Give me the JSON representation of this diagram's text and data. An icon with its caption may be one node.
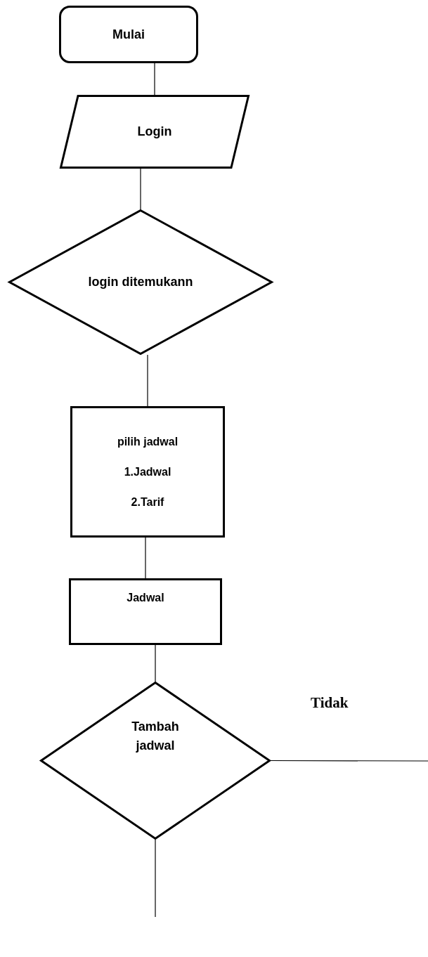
{
  "diagram": {
    "nodes": [
      {
        "text": [
          "Mulai"
        ]
      },
      {
        "text": [
          "Login"
        ]
      },
      {
        "text": [
          "login ditemukann"
        ]
      },
      {
        "text": [
          "pilih jadwal",
          "1.Jadwal",
          "2.Tarif"
        ]
      },
      {
        "text": [
          "Jadwal"
        ]
      },
      {
        "text": [
          "Tambah jadwal"
        ]
      }
    ],
    "edges": [
      {
        "from": 0,
        "to": 1,
        "arrow": "none"
      },
      {
        "from": 1,
        "to": 2,
        "arrow": "none"
      },
      {
        "from": 2,
        "to": 3,
        "arrow": "none"
      },
      {
        "from": 3,
        "to": 4,
        "arrow": "none"
      },
      {
        "from": 4,
        "to": 5,
        "arrow": "none"
      },
      {
        "from": 5,
        "to": null,
        "arrow": "none",
        "label": "Tidak"
      },
      {
        "from": 5,
        "to": null,
        "arrow": "none"
      }
    ]
  }
}
